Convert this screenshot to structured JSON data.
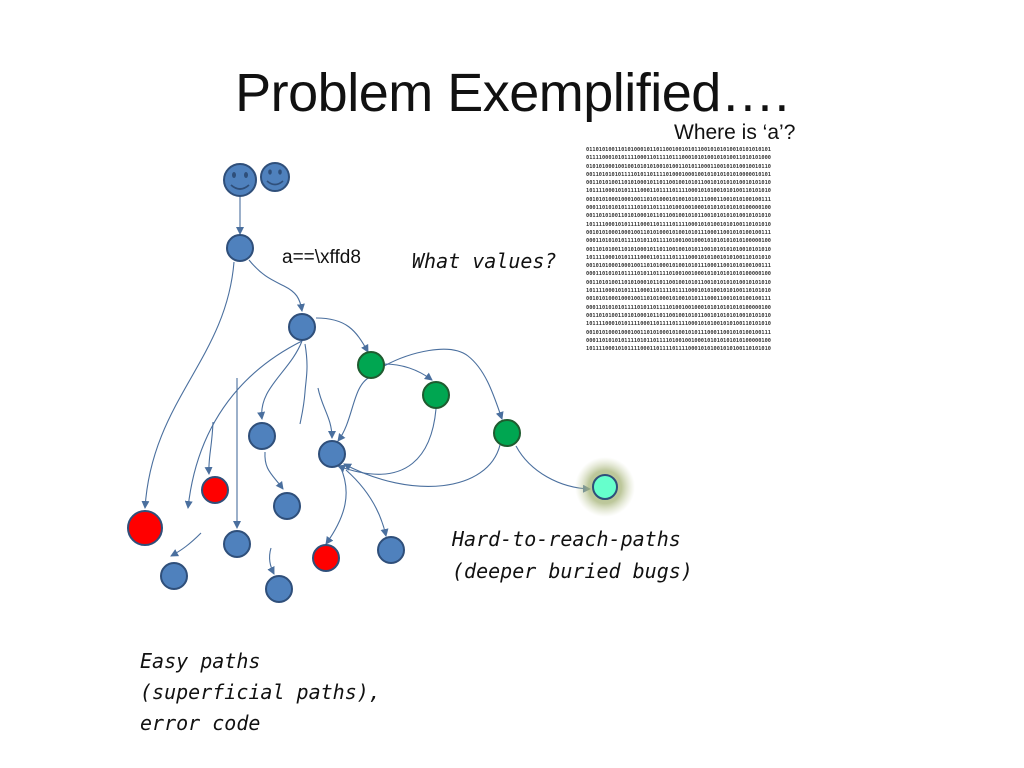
{
  "title": "Problem Exemplified….",
  "where_label": "Where is ‘a’?",
  "binary_rows": [
    "0110101001101010001011011001001010110010101010010101010101",
    "0111100010101111000110111101110001010100101010011010101000",
    "0101010001001001010101001010011010110001100101010010010110",
    "0011010101011110101101111010001000100101010101010000010101",
    "0011010100110101000101101100100101011001010101010010101010",
    "1011110001010111100011011110111100010101001010100110101010",
    "0010101000100010011010100010100101011100011001010100100111",
    "0001101010101111010110111101001001000101010101010100000100",
    "0011010100110101000101101100100101011001010101010010101010",
    "1011110001010111100011011110111100010101001010100110101010",
    "0010101000100010011010100010100101011100011001010100100111",
    "0001101010101111010110111101001001000101010101010100000100",
    "0011010100110101000101101100100101011001010101010010101010",
    "1011110001010111100011011110111100010101001010100110101010",
    "0010101000100010011010100010100101011100011001010100100111",
    "0001101010101111010110111101001001000101010101010100000100",
    "0011010100110101000101101100100101011001010101010010101010",
    "1011110001010111100011011110111100010101001010100110101010",
    "0010101000100010011010100010100101011100011001010100100111",
    "0001101010101111010110111101001001000101010101010100000100",
    "0011010100110101000101101100100101011001010101010010101010",
    "1011110001010111100011011110111100010101001010100110101010",
    "0010101000100010011010100010100101011100011001010100100111",
    "0001101010101111010110111101001001000101010101010100000100",
    "1011110001010111100011011110111100010101001010100110101010"
  ],
  "condition_label": "a==\\xffd8",
  "what_values_label": "What values?",
  "hard_paths_label": [
    "Hard-to-reach-paths",
    "(deeper buried bugs)"
  ],
  "easy_paths_label": [
    "Easy paths",
    "(superficial paths),",
    "error code"
  ],
  "colors": {
    "node_blue": "#4f81bd",
    "node_blue_stroke": "#2f4f7a",
    "node_red": "#ff0000",
    "node_green": "#00a651",
    "node_target": "#66ffcc",
    "edge": "#4a6f9e"
  },
  "icons": [
    "smiley-face-icon",
    "smiley-face-icon"
  ]
}
